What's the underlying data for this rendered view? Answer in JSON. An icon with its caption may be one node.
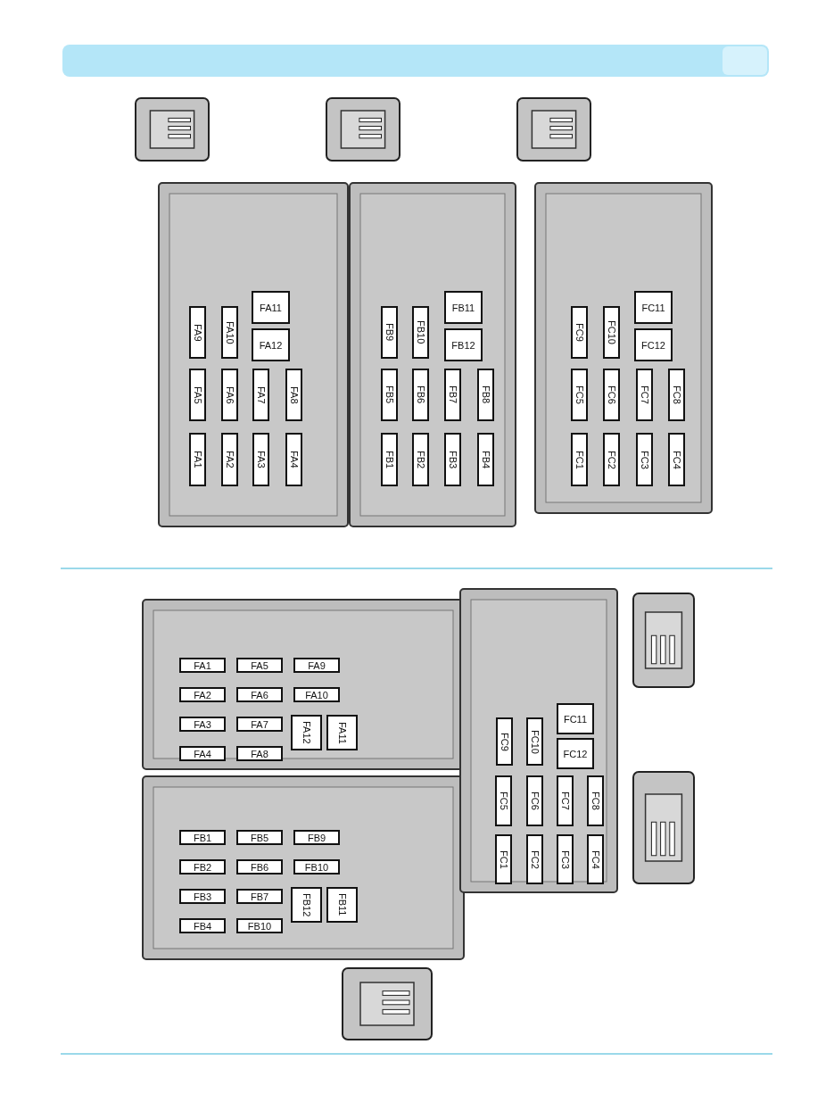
{
  "diagram": {
    "nodes": [
      {
        "text": [
          "FA9"
        ]
      },
      {
        "text": [
          "FA10"
        ]
      },
      {
        "text": [
          "FA11"
        ]
      },
      {
        "text": [
          "FA12"
        ]
      },
      {
        "text": [
          "FA5"
        ]
      },
      {
        "text": [
          "FA6"
        ]
      },
      {
        "text": [
          "FA7"
        ]
      },
      {
        "text": [
          "FA8"
        ]
      },
      {
        "text": [
          "FA1"
        ]
      },
      {
        "text": [
          "FA2"
        ]
      },
      {
        "text": [
          "FA3"
        ]
      },
      {
        "text": [
          "FA4"
        ]
      },
      {
        "text": [
          "FB9"
        ]
      },
      {
        "text": [
          "FB10"
        ]
      },
      {
        "text": [
          "FB11"
        ]
      },
      {
        "text": [
          "FB12"
        ]
      },
      {
        "text": [
          "FB5"
        ]
      },
      {
        "text": [
          "FB6"
        ]
      },
      {
        "text": [
          "FB7"
        ]
      },
      {
        "text": [
          "FB8"
        ]
      },
      {
        "text": [
          "FB1"
        ]
      },
      {
        "text": [
          "FB2"
        ]
      },
      {
        "text": [
          "FB3"
        ]
      },
      {
        "text": [
          "FB4"
        ]
      },
      {
        "text": [
          "FC9"
        ]
      },
      {
        "text": [
          "FC10"
        ]
      },
      {
        "text": [
          "FC11"
        ]
      },
      {
        "text": [
          "FC12"
        ]
      },
      {
        "text": [
          "FC5"
        ]
      },
      {
        "text": [
          "FC6"
        ]
      },
      {
        "text": [
          "FC7"
        ]
      },
      {
        "text": [
          "FC8"
        ]
      },
      {
        "text": [
          "FC1"
        ]
      },
      {
        "text": [
          "FC2"
        ]
      },
      {
        "text": [
          "FC3"
        ]
      },
      {
        "text": [
          "FC4"
        ]
      },
      {
        "text": [
          "FA1"
        ]
      },
      {
        "text": [
          "FA5"
        ]
      },
      {
        "text": [
          "FA9"
        ]
      },
      {
        "text": [
          "FA2"
        ]
      },
      {
        "text": [
          "FA6"
        ]
      },
      {
        "text": [
          "FA10"
        ]
      },
      {
        "text": [
          "FA3"
        ]
      },
      {
        "text": [
          "FA7"
        ]
      },
      {
        "text": [
          "FA12"
        ]
      },
      {
        "text": [
          "FA11"
        ]
      },
      {
        "text": [
          "FA4"
        ]
      },
      {
        "text": [
          "FA8"
        ]
      },
      {
        "text": [
          "FB1"
        ]
      },
      {
        "text": [
          "FB5"
        ]
      },
      {
        "text": [
          "FB9"
        ]
      },
      {
        "text": [
          "FB2"
        ]
      },
      {
        "text": [
          "FB6"
        ]
      },
      {
        "text": [
          "FB10"
        ]
      },
      {
        "text": [
          "FB3"
        ]
      },
      {
        "text": [
          "FB7"
        ]
      },
      {
        "text": [
          "FB12"
        ]
      },
      {
        "text": [
          "FB11"
        ]
      },
      {
        "text": [
          "FB4"
        ]
      },
      {
        "text": [
          "FB10"
        ]
      },
      {
        "text": [
          "FC11"
        ]
      },
      {
        "text": [
          "FC9"
        ]
      },
      {
        "text": [
          "FC10"
        ]
      },
      {
        "text": [
          "FC12"
        ]
      },
      {
        "text": [
          "FC5"
        ]
      },
      {
        "text": [
          "FC6"
        ]
      },
      {
        "text": [
          "FC7"
        ]
      },
      {
        "text": [
          "FC8"
        ]
      },
      {
        "text": [
          "FC1"
        ]
      },
      {
        "text": [
          "FC2"
        ]
      },
      {
        "text": [
          "FC3"
        ]
      },
      {
        "text": [
          "FC4"
        ]
      }
    ]
  }
}
